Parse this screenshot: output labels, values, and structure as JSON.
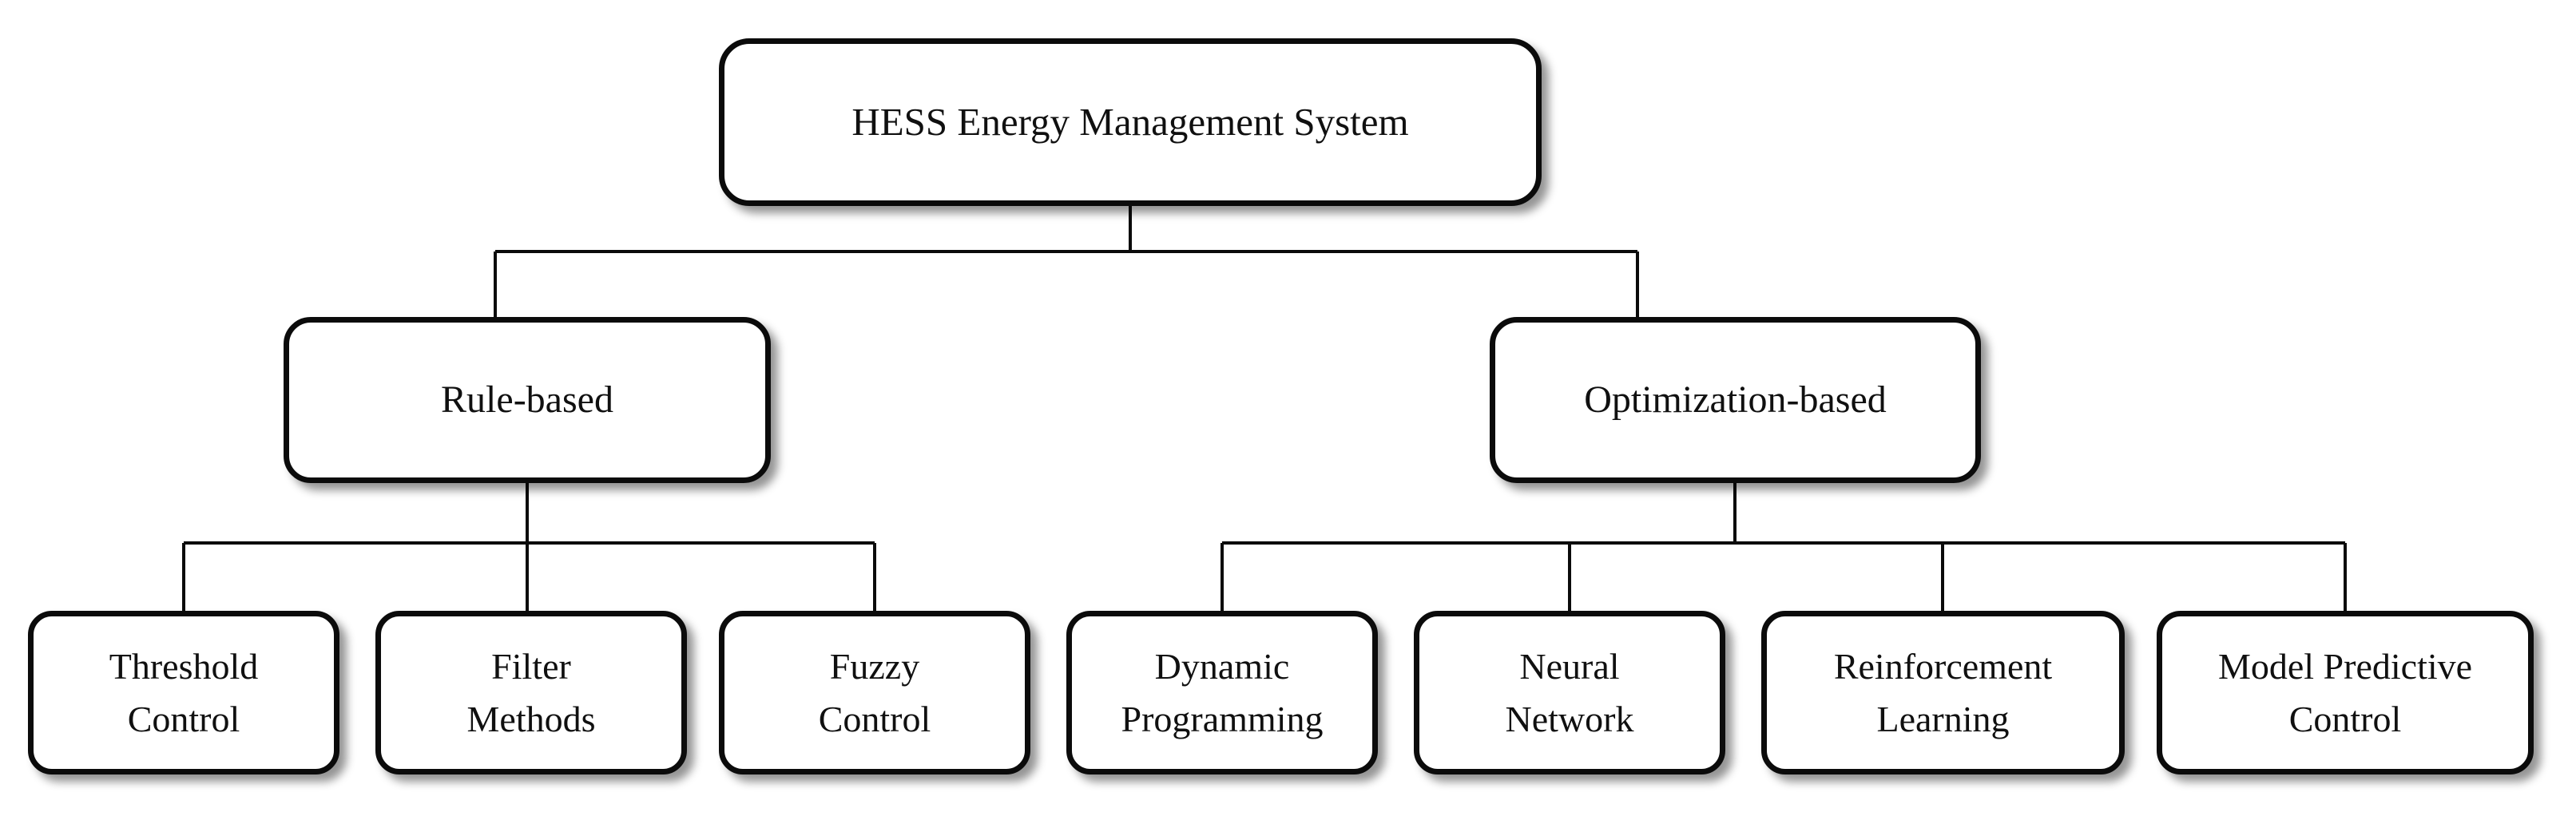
{
  "diagram": {
    "title": "HESS Energy Management System taxonomy",
    "orientation": "top-down tree",
    "style": {
      "background": "#ffffff",
      "node_fill": "#ffffff",
      "node_border": "#0b0b0b",
      "text_color": "#101010",
      "connector_color": "#0b0b0b"
    },
    "root": {
      "id": "hess-ems",
      "label": "HESS Energy Management System"
    },
    "categories": [
      {
        "id": "rule-based",
        "label": "Rule-based"
      },
      {
        "id": "optimization-based",
        "label": "Optimization-based"
      }
    ],
    "leaves": [
      {
        "id": "threshold-control",
        "label": "Threshold\nControl",
        "parent": "rule-based"
      },
      {
        "id": "filter-methods",
        "label": "Filter\nMethods",
        "parent": "rule-based"
      },
      {
        "id": "fuzzy-control",
        "label": "Fuzzy\nControl",
        "parent": "rule-based"
      },
      {
        "id": "dynamic-programming",
        "label": "Dynamic\nProgramming",
        "parent": "optimization-based"
      },
      {
        "id": "neural-network",
        "label": "Neural\nNetwork",
        "parent": "optimization-based"
      },
      {
        "id": "reinforcement-learning",
        "label": "Reinforcement\nLearning",
        "parent": "optimization-based"
      },
      {
        "id": "model-predictive-control",
        "label": "Model Predictive\nControl",
        "parent": "optimization-based"
      }
    ]
  }
}
